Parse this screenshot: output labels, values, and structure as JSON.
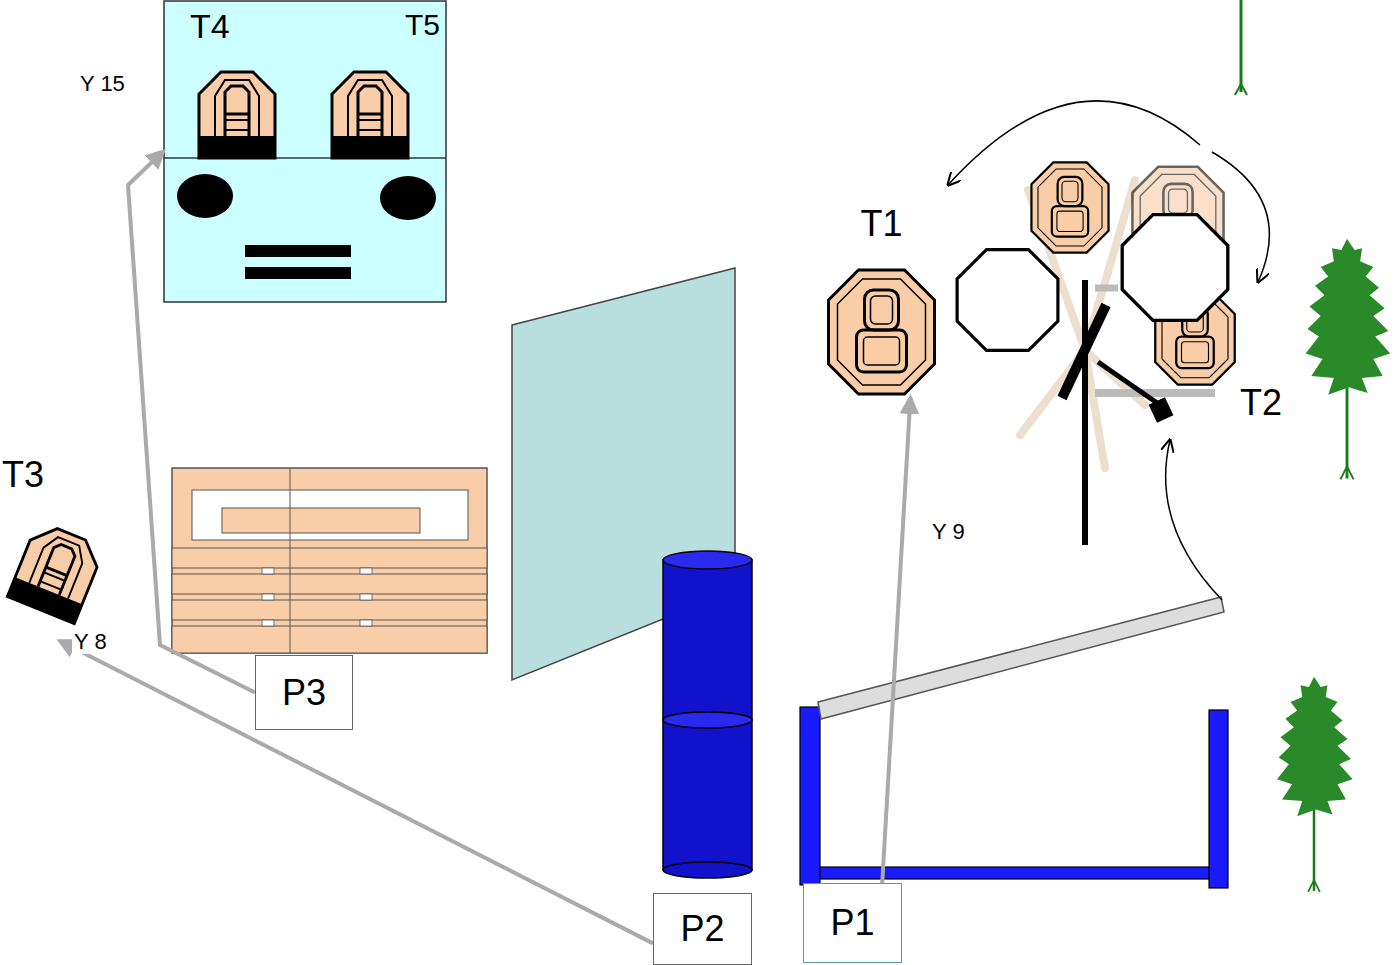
{
  "diagram": {
    "nodes": [
      {
        "text": [
          "T4",
          "T5"
        ]
      },
      {
        "text": [
          "T1"
        ]
      },
      {
        "text": [
          "T3"
        ]
      },
      {
        "text": [
          "P3"
        ]
      },
      {
        "text": [
          "P2"
        ]
      },
      {
        "text": [
          "P1"
        ]
      }
    ],
    "edges": [
      {
        "from": 3,
        "to": 0,
        "arrow": "to",
        "label": "Y 15"
      },
      {
        "from": 4,
        "to": 2,
        "arrow": "to",
        "label": "Y 8"
      },
      {
        "from": 5,
        "to": 1,
        "arrow": "to",
        "label": "Y 9"
      }
    ],
    "labels": [
      "T2"
    ]
  }
}
